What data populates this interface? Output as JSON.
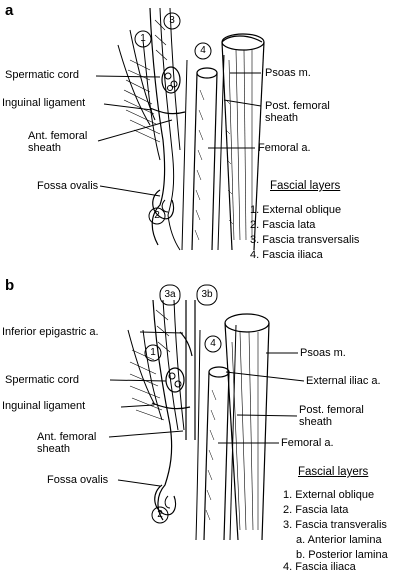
{
  "panel_a": {
    "letter": "a",
    "labels": {
      "spermatic_cord": "Spermatic cord",
      "inguinal_ligament": "Inguinal ligament",
      "ant_femoral_sheath": "Ant. femoral\nsheath",
      "fossa_ovalis": "Fossa ovalis",
      "psoas": "Psoas m.",
      "post_femoral_sheath": "Post. femoral\nsheath",
      "femoral_a": "Femoral a."
    },
    "numbers": {
      "n1": "1",
      "n2": "2",
      "n3": "3",
      "n4": "4"
    },
    "legend": {
      "title": "Fascial layers",
      "items": [
        "1.  External oblique",
        "2.  Fascia lata",
        "3.  Fascia transversalis",
        "4.  Fascia iliaca"
      ]
    }
  },
  "panel_b": {
    "letter": "b",
    "labels": {
      "inferior_epigastric": "Inferior epigastric a.",
      "spermatic_cord": "Spermatic cord",
      "inguinal_ligament": "Inguinal ligament",
      "ant_femoral_sheath": "Ant. femoral\nsheath",
      "fossa_ovalis": "Fossa ovalis",
      "psoas": "Psoas m.",
      "external_iliac": "External iliac a.",
      "post_femoral_sheath": "Post. femoral\nsheath",
      "femoral_a": "Femoral a."
    },
    "numbers": {
      "n1": "1",
      "n2": "2",
      "n3a": "3a",
      "n3b": "3b",
      "n4": "4"
    },
    "legend": {
      "title": "Fascial layers",
      "items": [
        "1. External oblique",
        "2. Fascia lata",
        "3. Fascia transveralis",
        "a. Anterior lamina",
        "b. Posterior lamina",
        "4. Fascia iliaca"
      ]
    }
  }
}
